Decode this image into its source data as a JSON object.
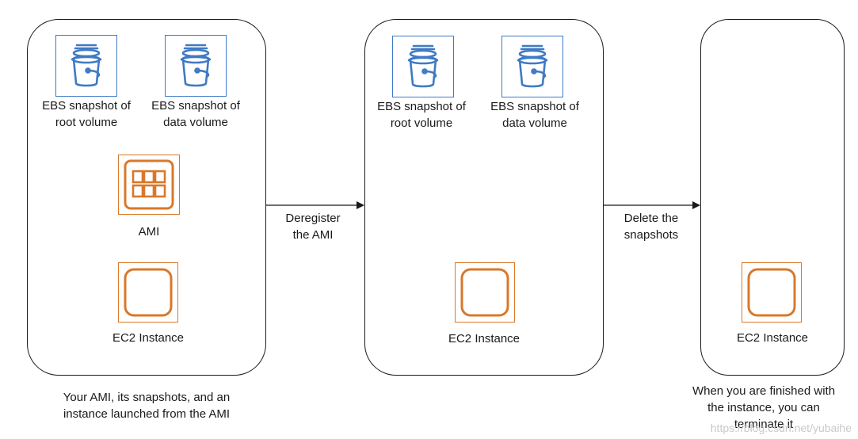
{
  "colors": {
    "ebs_blue": "#3f7ac4",
    "compute_orange": "#d9782a",
    "border": "#1a1a1a"
  },
  "panel1": {
    "snapshot_root_label": [
      "EBS snapshot of",
      "root volume"
    ],
    "snapshot_data_label": [
      "EBS snapshot of",
      "data volume"
    ],
    "ami_label": "AMI",
    "instance_label": "EC2 Instance",
    "caption": [
      "Your AMI, its snapshots, and an",
      "instance launched from the AMI"
    ],
    "icons": [
      "ebs-bucket-icon",
      "ebs-bucket-icon",
      "ami-grid-icon",
      "ec2-instance-icon"
    ]
  },
  "step1": {
    "label": [
      "Deregister",
      "the AMI"
    ]
  },
  "panel2": {
    "snapshot_root_label": [
      "EBS snapshot of",
      "root volume"
    ],
    "snapshot_data_label": [
      "EBS snapshot of",
      "data volume"
    ],
    "instance_label": "EC2 Instance",
    "icons": [
      "ebs-bucket-icon",
      "ebs-bucket-icon",
      "ec2-instance-icon"
    ]
  },
  "step2": {
    "label": [
      "Delete the",
      "snapshots"
    ]
  },
  "panel3": {
    "instance_label": "EC2 Instance",
    "caption": [
      "When you are finished with",
      "the instance, you can",
      "terminate it"
    ],
    "icons": [
      "ec2-instance-icon"
    ]
  },
  "watermark": "https://blog.csdn.net/yubaihe"
}
